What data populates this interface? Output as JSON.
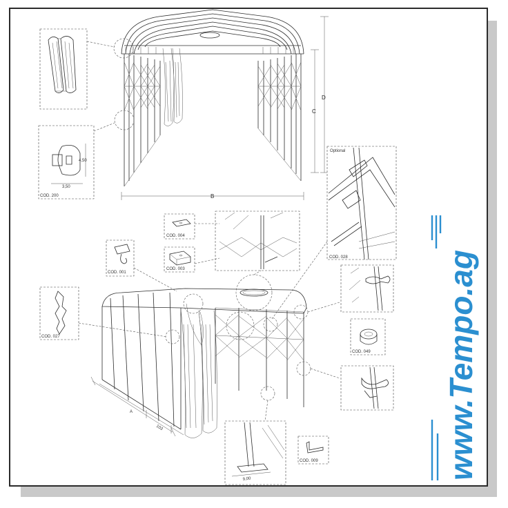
{
  "labels": {
    "cod_200": "COD. 200",
    "cod_004": "COD. 004",
    "cod_003": "COD. 003",
    "cod_001": "COD. 001",
    "cod_027": "COD. 027",
    "cod_028": "COD. 028",
    "cod_049": "COD. 049",
    "cod_009": "COD. 009",
    "optional": "Optional"
  },
  "dimensions": {
    "b": "B",
    "c": "C",
    "d": "D",
    "a": "A",
    "profile_height": "4,50",
    "profile_width": "3,50",
    "module_width": "103",
    "base_width": "9,00"
  },
  "brand": {
    "text": "www.Tempo.ag",
    "color": "#2b8fd0"
  }
}
